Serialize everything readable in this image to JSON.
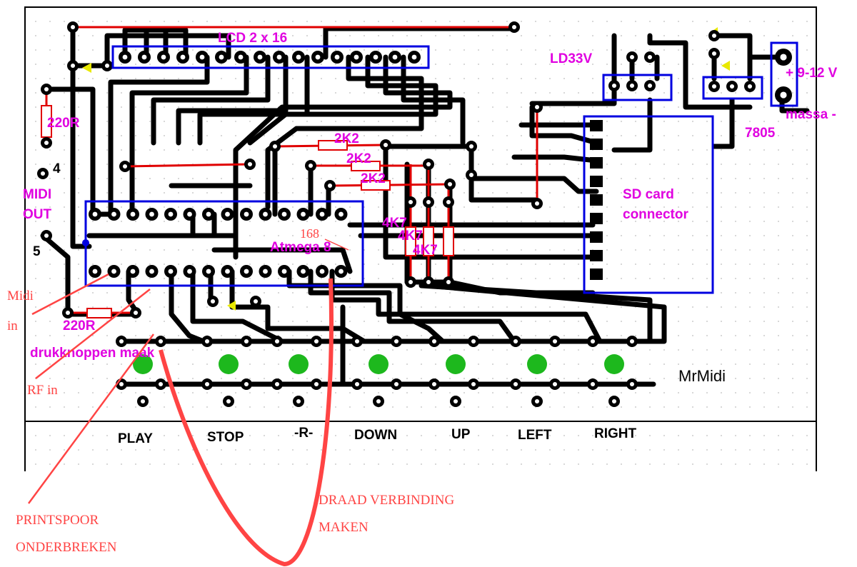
{
  "labels": {
    "lcd": "LCD 2 x 16",
    "ld33v": "LD33V",
    "vin": "+ 9-12 V",
    "massa": "massa -",
    "reg7805": "7805",
    "r220_top": "220R",
    "r220_bottom": "220R",
    "pin4": "4",
    "pin5": "5",
    "midi_out_1": "MIDI",
    "midi_out_2": "OUT",
    "r2k2_a": "2K2",
    "r2k2_b": "2K2",
    "r2k2_c": "2K2",
    "r4k7_a": "4K7",
    "r4k7_b": "4K7",
    "r4k7_c": "4K7",
    "sd_1": "SD card",
    "sd_2": "connector",
    "atmega": "Atmega 8",
    "chip168": "168",
    "brand": "MrMidi",
    "drukknoppen": "drukknoppen maak"
  },
  "annotations": {
    "midi_in_1": "Midi",
    "midi_in_2": "in",
    "rf_in": "RF in",
    "printspoor_1": "PRINTSPOOR",
    "printspoor_2": "ONDERBREKEN",
    "draad_1": "DRAAD VERBINDING",
    "draad_2": "MAKEN"
  },
  "buttons": [
    "PLAY",
    "STOP",
    "-R-",
    "DOWN",
    "UP",
    "LEFT",
    "RIGHT"
  ],
  "colors": {
    "label": "#e000e0",
    "annotation": "#ff4444",
    "outline": "#0000e0",
    "jumper": "#e00000",
    "button": "#1db81d"
  }
}
